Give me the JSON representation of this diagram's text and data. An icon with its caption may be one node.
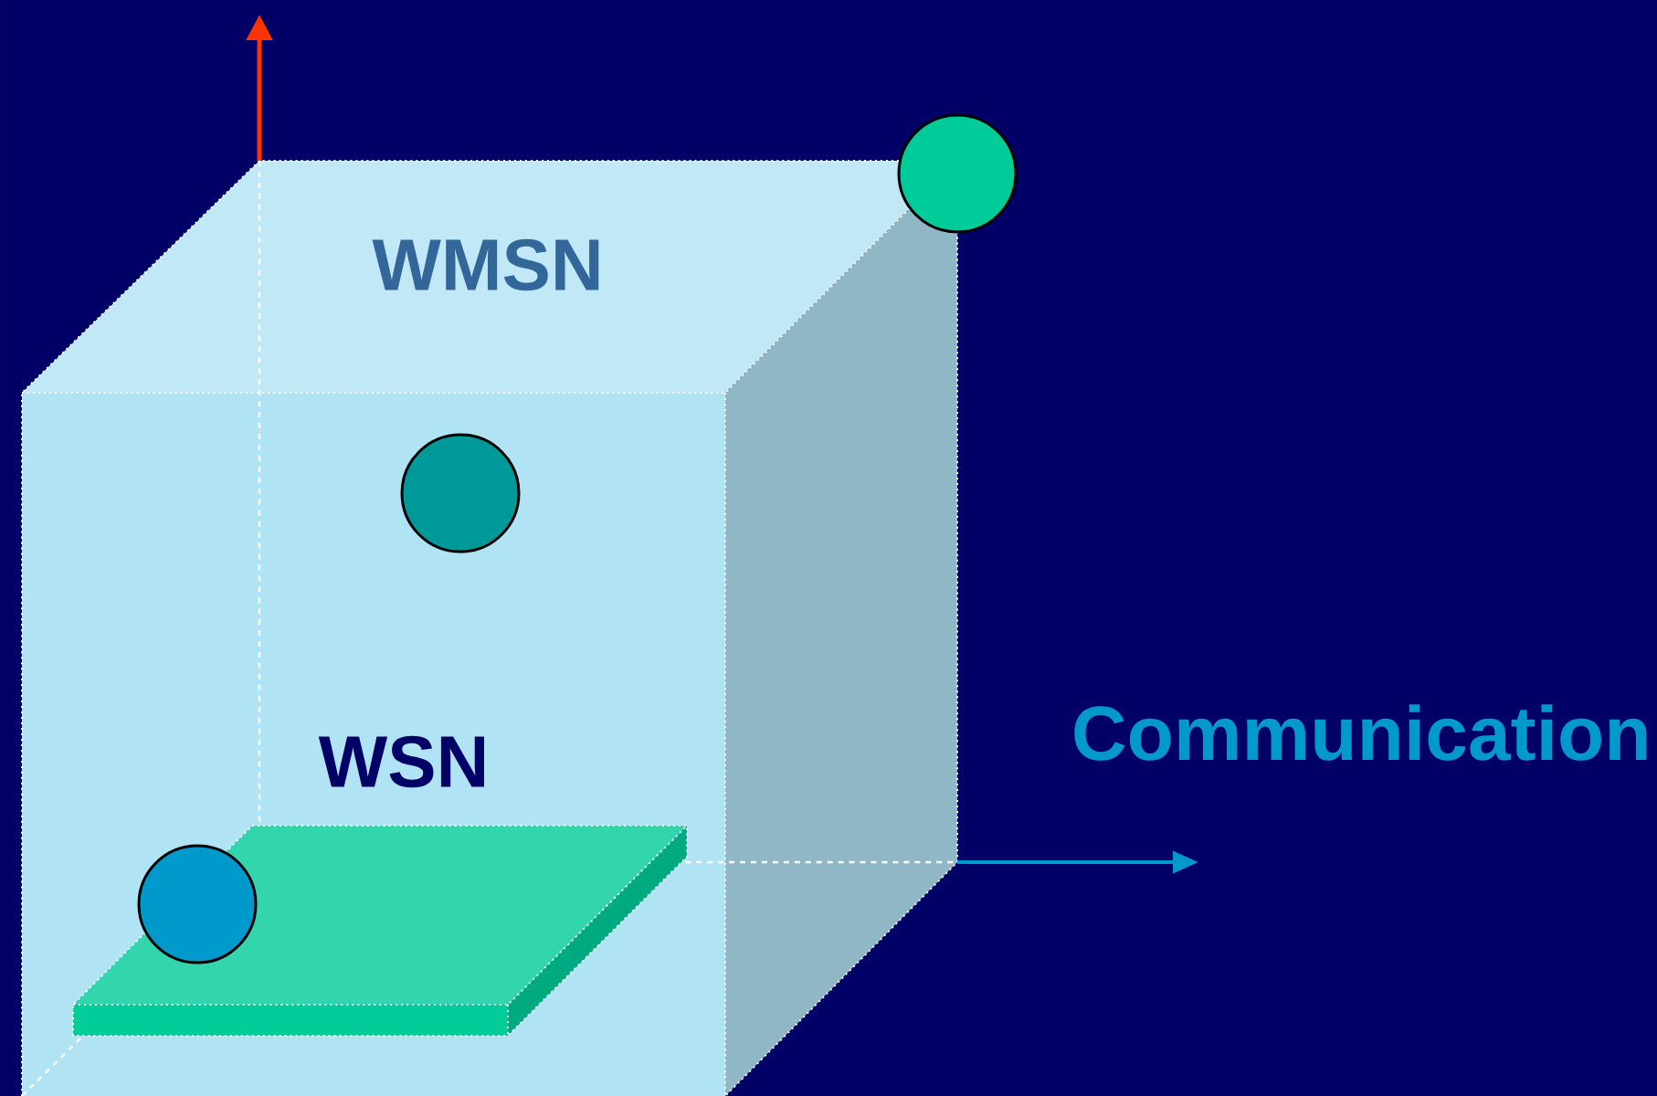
{
  "diagram": {
    "nodes": [
      {
        "text": [
          "WMSN"
        ]
      },
      {
        "text": [
          "WSN"
        ],
        "in": 0
      },
      {
        "text": [],
        "shape": "circle"
      },
      {
        "text": [],
        "shape": "circle",
        "in": 0
      },
      {
        "text": [],
        "shape": "circle",
        "in": 1
      }
    ],
    "edges": [],
    "labels": [
      "Communication"
    ]
  }
}
